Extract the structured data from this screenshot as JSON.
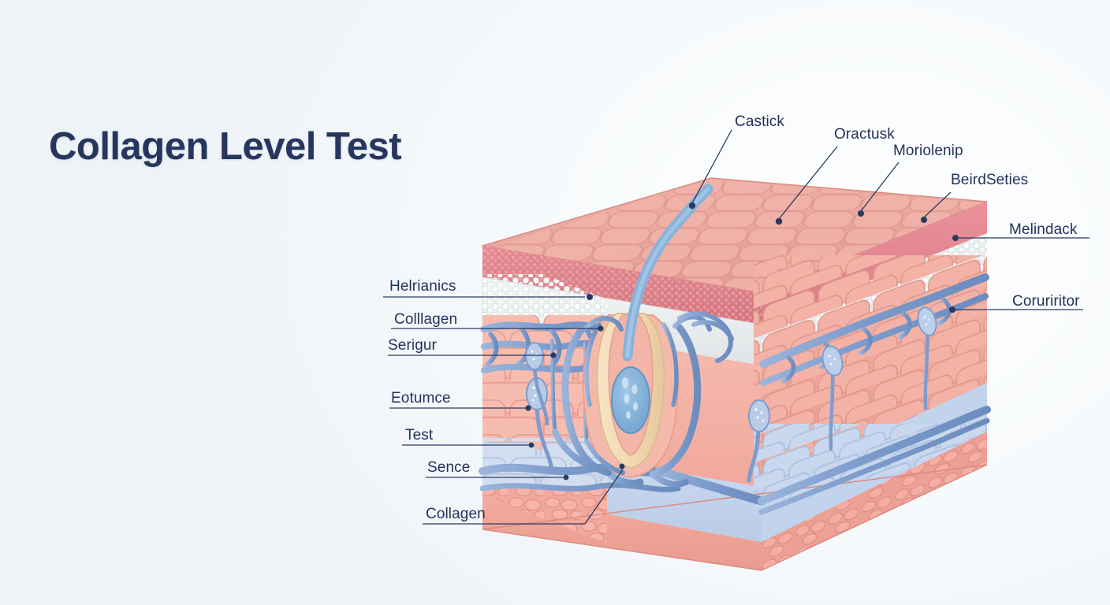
{
  "page": {
    "title": "Collagen Level Test",
    "background_color": "#eef3f8",
    "title_color": "#27365e",
    "label_color": "#23325a"
  },
  "diagram": {
    "name": "skin-cross-section",
    "colors": {
      "surface_cells": "#e9a69e",
      "epidermis_band": "#e07f8c",
      "granular_layer": "#eef1f2",
      "dermis_cells": "#f3b0a5",
      "hypodermis_cells": "#c3d2ea",
      "deep_layer": "#efa79d",
      "vessels": "#7e9bcd",
      "follicle_sheath": "#f3dcb9",
      "hair_shaft": "#7aa7d4"
    }
  },
  "labels": {
    "top": [
      {
        "id": "castick",
        "text": "Castick"
      },
      {
        "id": "oractusk",
        "text": "Oractusk"
      },
      {
        "id": "moriolenip",
        "text": "Moriolenip"
      },
      {
        "id": "beird-seties",
        "text": "BeirdSeties"
      }
    ],
    "right": [
      {
        "id": "melindack",
        "text": "Melindack"
      },
      {
        "id": "coruriritor",
        "text": "Coruriritor"
      }
    ],
    "left": [
      {
        "id": "helrianics",
        "text": "Helrianics"
      },
      {
        "id": "collagen-upper",
        "text": "Colllagen"
      },
      {
        "id": "serigur",
        "text": "Serigur"
      },
      {
        "id": "eotumce",
        "text": "Eotumce"
      },
      {
        "id": "test",
        "text": "Test"
      },
      {
        "id": "sence",
        "text": "Sence"
      },
      {
        "id": "collagen-lower",
        "text": "Collagen"
      }
    ]
  }
}
